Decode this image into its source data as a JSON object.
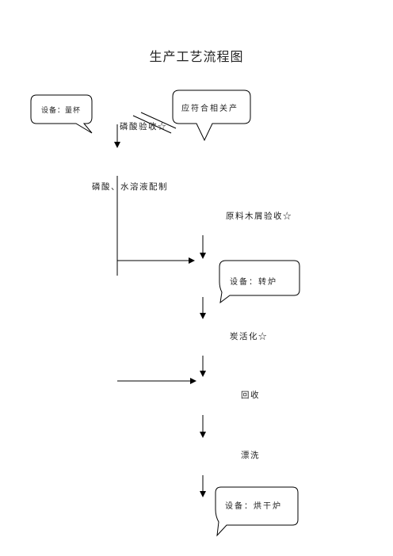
{
  "title": "生产工艺流程图",
  "steps": {
    "phosphoric_check": "磷酸验收☆",
    "solution_prep": "磷酸、水溶液配制",
    "sawdust_check": "原料木屑验收☆",
    "carbonization": "炭活化☆",
    "recovery": "回收",
    "rinse": "漂洗"
  },
  "callouts": {
    "equipment_cups": "设备：量杯",
    "compliance": "应符合相关产",
    "equipment_rotary_furnace": "设备：转炉",
    "equipment_dryer": "设备：烘干炉"
  }
}
